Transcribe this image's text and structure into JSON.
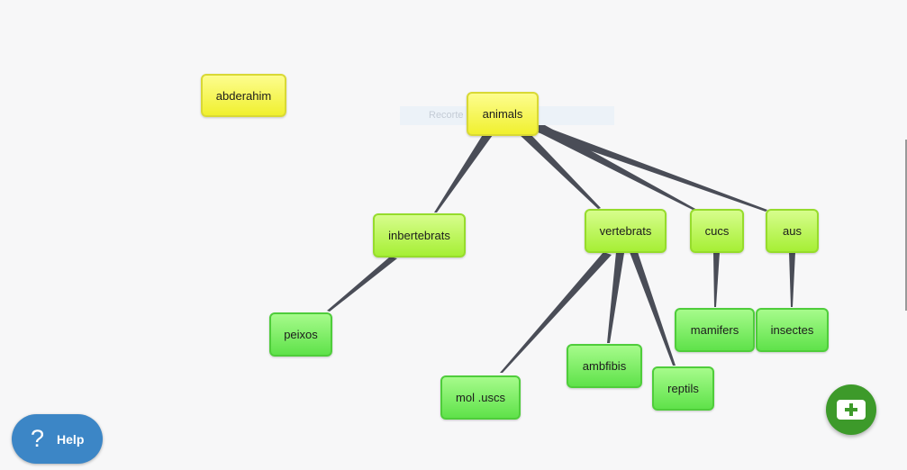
{
  "map": {
    "ghost_label": "Recorte de",
    "nodes": {
      "abderahim": "abderahim",
      "animals": "animals",
      "inbertebrats": "inbertebrats",
      "vertebrats": "vertebrats",
      "cucs": "cucs",
      "aus": "aus",
      "peixos": "peixos",
      "moluscs": "mol .uscs",
      "ambfibis": "ambfibis",
      "reptils": "reptils",
      "mamifers": "mamifers",
      "insectes": "insectes"
    },
    "links": [
      {
        "from": "animals",
        "to": "inbertebrats"
      },
      {
        "from": "animals",
        "to": "vertebrats"
      },
      {
        "from": "animals",
        "to": "cucs"
      },
      {
        "from": "animals",
        "to": "aus"
      },
      {
        "from": "inbertebrats",
        "to": "peixos"
      },
      {
        "from": "vertebrats",
        "to": "moluscs"
      },
      {
        "from": "vertebrats",
        "to": "ambfibis"
      },
      {
        "from": "vertebrats",
        "to": "reptils"
      },
      {
        "from": "cucs",
        "to": "mamifers"
      },
      {
        "from": "aus",
        "to": "insectes"
      }
    ],
    "colors": {
      "root": "#f0f02f",
      "concept": "#a6ef35",
      "leaf": "#5fe24a",
      "connector": "#4a4d57"
    }
  },
  "ui": {
    "help_label": "Help",
    "help_icon": "question-mark-icon",
    "add_icon": "plus-icon",
    "add_color": "#3d9a2a",
    "help_color": "#3c86c6"
  }
}
